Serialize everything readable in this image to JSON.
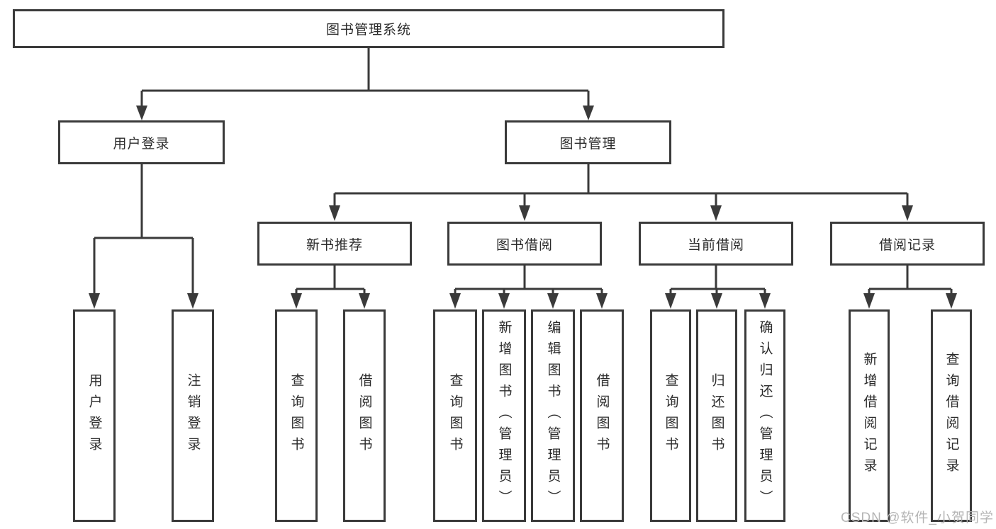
{
  "diagram": {
    "root": {
      "label": "图书管理系统"
    },
    "level2": [
      {
        "label": "用户登录"
      },
      {
        "label": "图书管理"
      }
    ],
    "level3": [
      {
        "label": "新书推荐"
      },
      {
        "label": "图书借阅"
      },
      {
        "label": "当前借阅"
      },
      {
        "label": "借阅记录"
      }
    ],
    "leaves": {
      "user_login": [
        "用户登录",
        "注销登录"
      ],
      "new_book_recommend": [
        "查询图书",
        "借阅图书"
      ],
      "book_borrow": [
        "查询图书",
        "新增图书（管理员）",
        "编辑图书（管理员）",
        "借阅图书"
      ],
      "current_borrow": [
        "查询图书",
        "归还图书",
        "确认归还（管理员）"
      ],
      "borrow_records": [
        "新增借阅记录",
        "查询借阅记录"
      ]
    }
  },
  "watermark": {
    "text": "CSDN @软件_小贺同学"
  },
  "colors": {
    "line": "#3a3a3a",
    "text": "#2b2b2b",
    "background": "#ffffff",
    "watermark": "#b5b5b5"
  }
}
